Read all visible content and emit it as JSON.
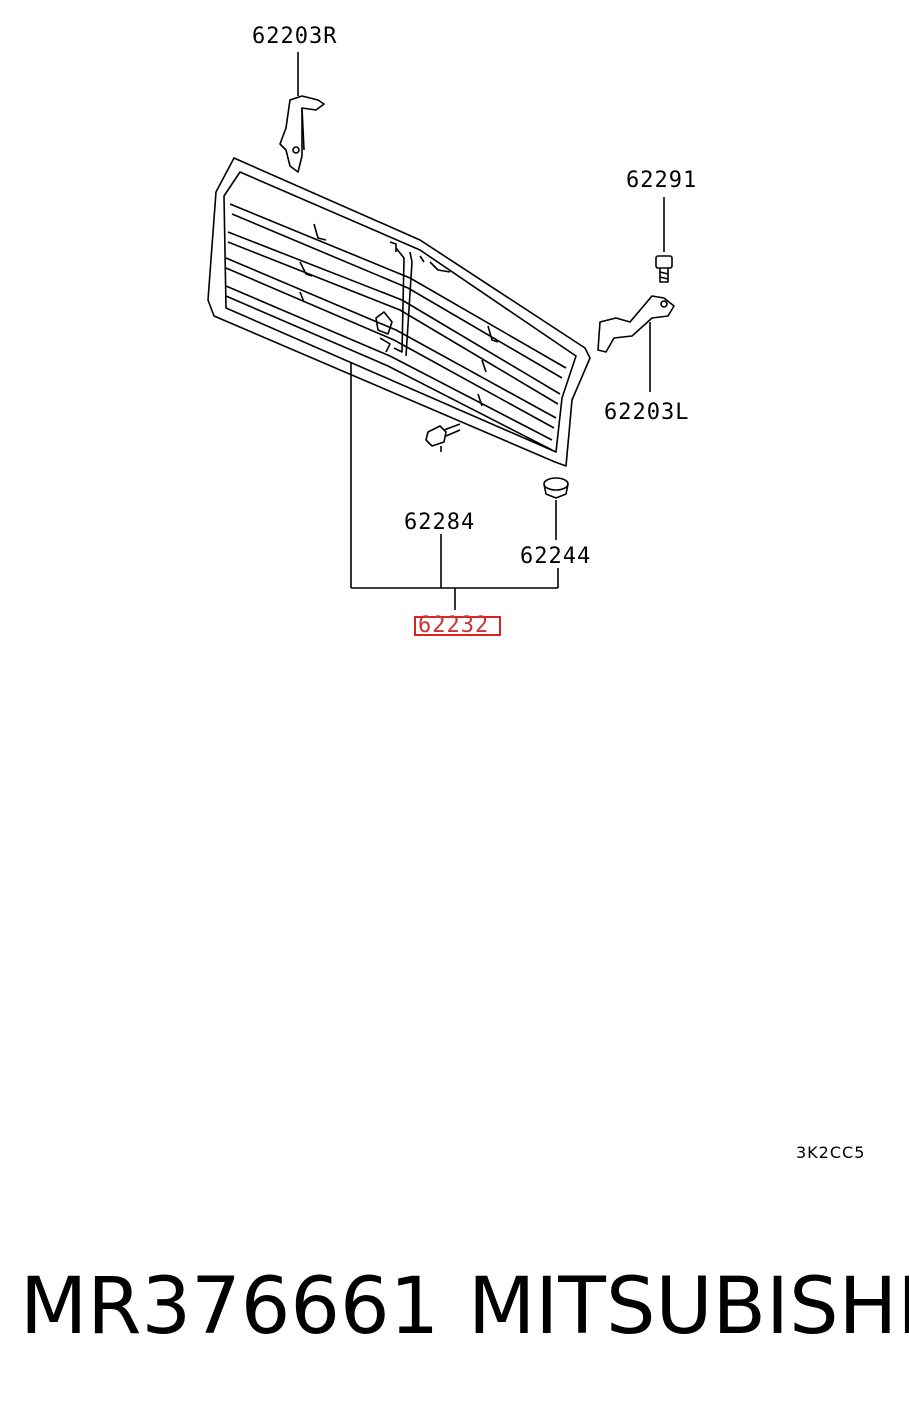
{
  "parts": [
    {
      "id": "62203R",
      "label": "62203R"
    },
    {
      "id": "62291",
      "label": "62291"
    },
    {
      "id": "62203L",
      "label": "62203L"
    },
    {
      "id": "62284",
      "label": "62284"
    },
    {
      "id": "62244",
      "label": "62244"
    },
    {
      "id": "62232",
      "label": "62232",
      "highlighted": true
    }
  ],
  "diagram_code": "3K2CC5",
  "footer": {
    "part_number": "MR376661",
    "brand": "MITSUBISHI"
  },
  "colors": {
    "highlight": "#dd2222",
    "line": "#000000"
  }
}
